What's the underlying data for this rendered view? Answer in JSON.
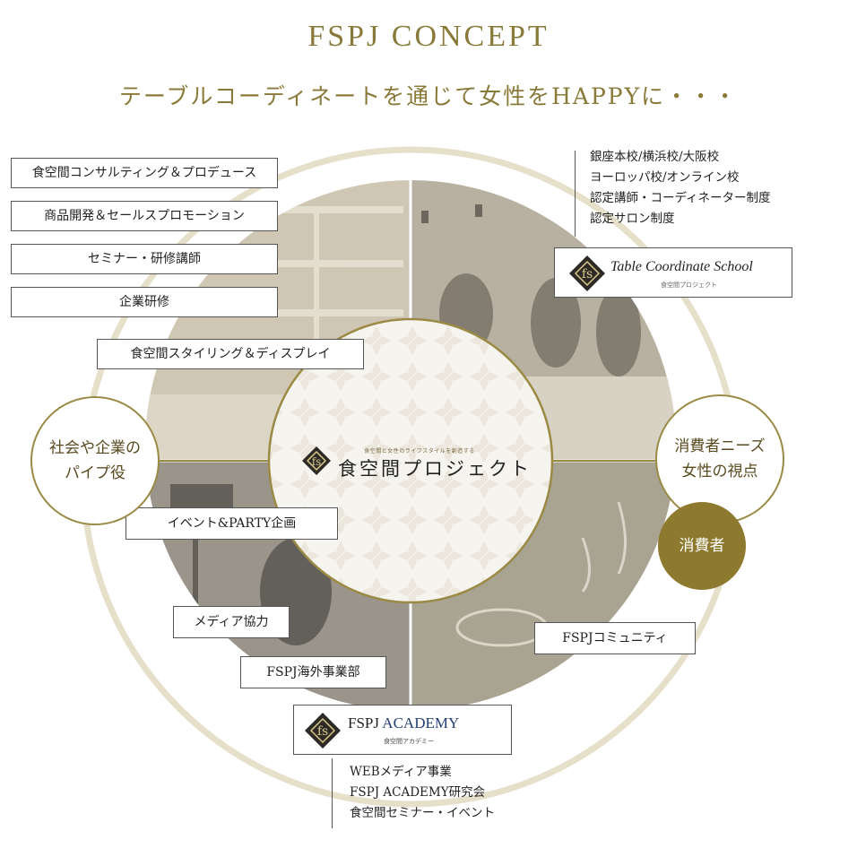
{
  "header": {
    "title": "FSPJ CONCEPT",
    "subtitle": "テーブルコーディネートを通じて女性をHAPPYに・・・"
  },
  "center": {
    "tagline": "食空間と女性のライフスタイルを創造する",
    "name": "食空間プロジェクト"
  },
  "left_services": [
    "食空間コンサルティング＆プロデュース",
    "商品開発＆セールスプロモーション",
    "セミナー・研修講師",
    "企業研修"
  ],
  "styling_label": "食空間スタイリング＆ディスプレイ",
  "event_label": "イベント&PARTY企画",
  "media_label": "メディア協力",
  "overseas_label": "FSPJ海外事業部",
  "community_label": "FSPJコミュニティ",
  "school": {
    "campuses": [
      "銀座本校/横浜校/大阪校",
      "ヨーロッパ校/オンライン校",
      "認定講師・コーディネーター制度",
      "認定サロン制度"
    ],
    "logo_name": "Table Coordinate School",
    "logo_sub": "食空間プロジェクト"
  },
  "academy": {
    "logo_prefix": "FSPJ ",
    "logo_accent": "ACADEMY",
    "logo_sub": "食空間アカデミー",
    "activities": [
      "WEBメディア事業",
      "FSPJ ACADEMY研究会",
      "食空間セミナー・イベント"
    ]
  },
  "bubbles": {
    "society": [
      "社会や企業の",
      "パイプ役"
    ],
    "consumer_needs": [
      "消費者ニーズ",
      "女性の視点"
    ],
    "consumer": "消費者"
  },
  "colors": {
    "gold": "#8d7a2e",
    "gold_light": "#e6dfc9",
    "academy_blue": "#243f74"
  },
  "icons": [
    "fspj-crest-icon"
  ]
}
